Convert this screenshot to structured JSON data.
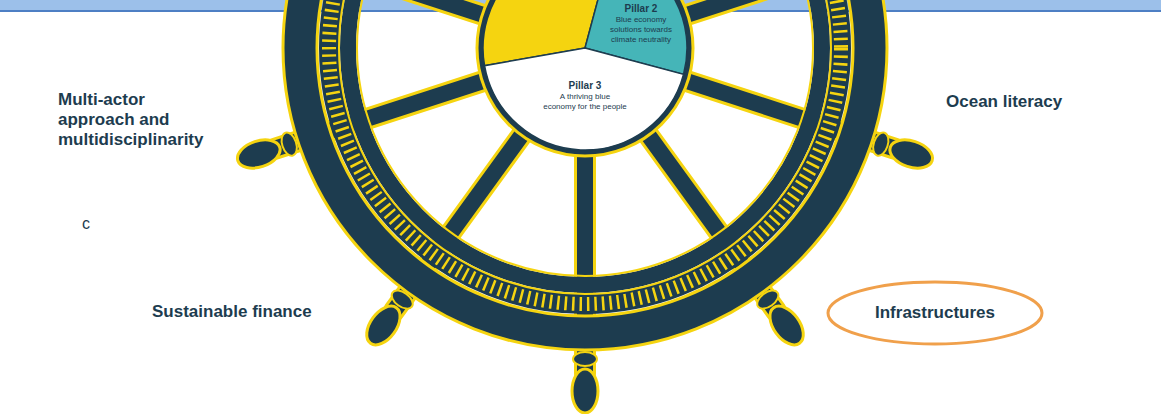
{
  "diagram": {
    "nodes": [
      {
        "text": [
          "Pillar 2",
          "Blue economy solutions towards climate neutrality"
        ]
      },
      {
        "text": [
          "Pillar 3",
          "A thriving blue economy for the people"
        ]
      },
      {
        "text": [
          "Infrastructures"
        ]
      }
    ],
    "labels": [
      "Multi-actor approach and multidisciplinarity",
      "Ocean literacy",
      "Sustainable finance",
      "c"
    ]
  }
}
